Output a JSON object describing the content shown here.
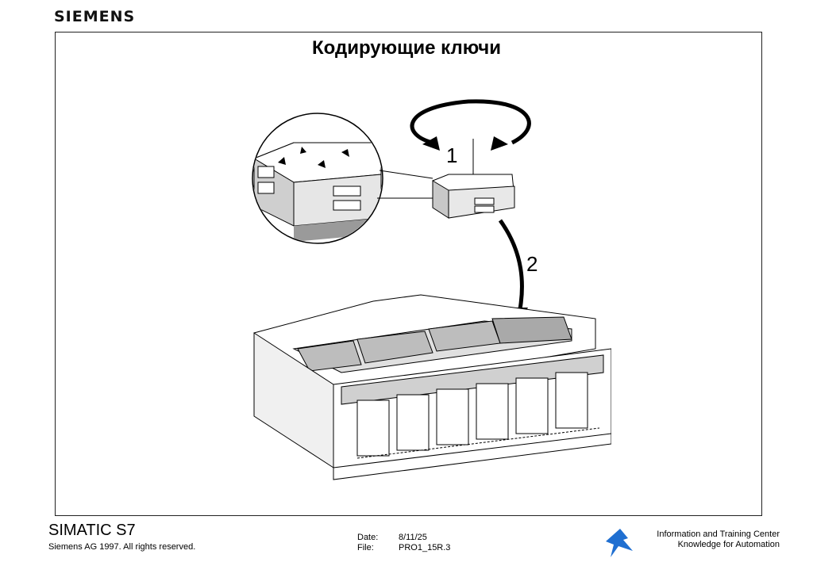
{
  "header": {
    "brand": "SIEMENS"
  },
  "slide": {
    "title": "Кодирующие ключи",
    "step_labels": [
      "1",
      "2"
    ]
  },
  "footer": {
    "product": "SIMATIC S7",
    "copyright": "Siemens AG 1997. All rights reserved.",
    "date_label": "Date:",
    "date_value": "8/11/25",
    "file_label": "File:",
    "file_value": "PRO1_15R.3",
    "center_name": "Information and Training Center",
    "center_tagline": "Knowledge for Automation"
  },
  "colors": {
    "frame": "#222222",
    "logo_blue": "#1f6fd1",
    "module_fill": "#ffffff",
    "shade": "#bdbdbd"
  }
}
